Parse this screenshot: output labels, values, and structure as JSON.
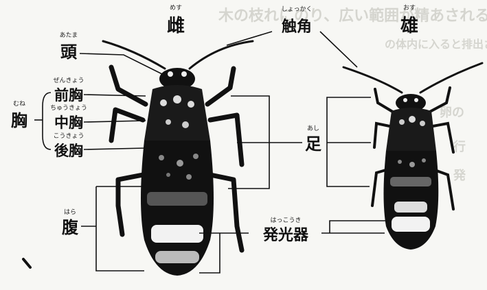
{
  "background_text": [
    "木の枝れにのり、広い範囲が精あされる。",
    "の体内に入ると排出される",
    "卵の",
    "行",
    "発"
  ],
  "female": {
    "label": "雌",
    "ruby": "めす"
  },
  "male": {
    "label": "雄",
    "ruby": "おす"
  },
  "labels": {
    "antenna": {
      "text": "触角",
      "ruby": "しょっかく"
    },
    "head": {
      "text": "頭",
      "ruby": "あたま"
    },
    "chest": {
      "text": "胸",
      "ruby": "むね"
    },
    "prothorax": {
      "text": "前胸",
      "ruby": "ぜんきょう"
    },
    "mesothorax": {
      "text": "中胸",
      "ruby": "ちゅうきょう"
    },
    "metathorax": {
      "text": "後胸",
      "ruby": "こうきょう"
    },
    "legs": {
      "text": "足",
      "ruby": "あし"
    },
    "abdomen": {
      "text": "腹",
      "ruby": "はら"
    },
    "light_organ": {
      "text": "発光器",
      "ruby": "はっこうき"
    }
  },
  "colors": {
    "ink": "#111111",
    "paper": "#f7f7f4",
    "faint": "#d5d5cf"
  }
}
